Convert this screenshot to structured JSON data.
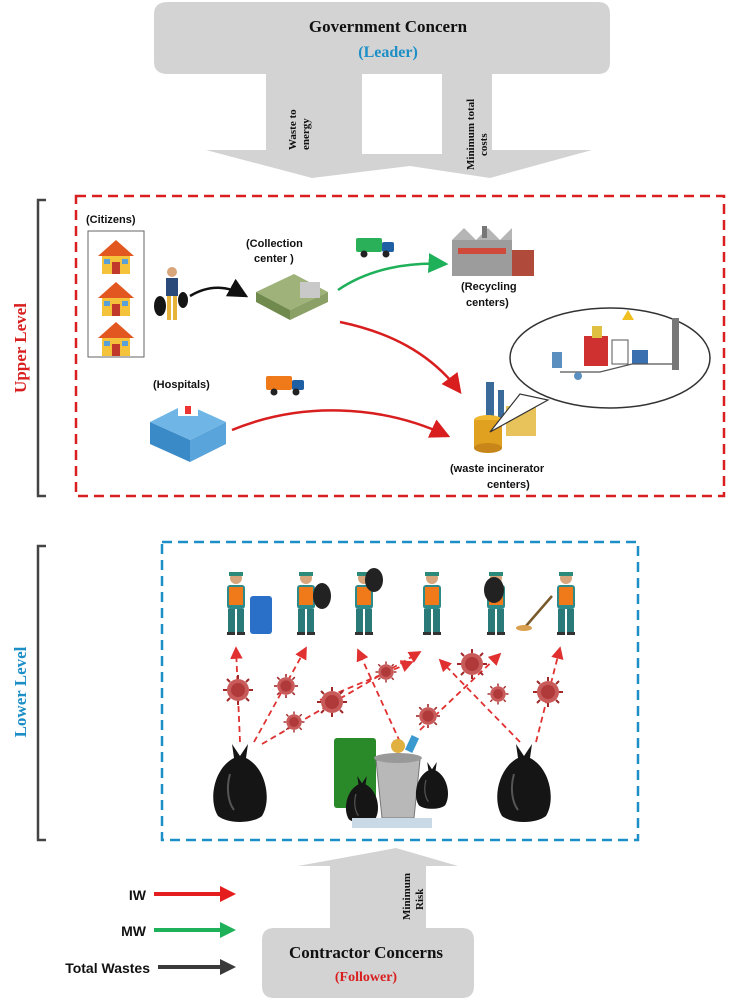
{
  "top_box": {
    "title": "Government Concern",
    "subtitle": "(Leader)",
    "arrow_left": [
      "Waste to",
      "energy"
    ],
    "arrow_right": [
      "Minimum total",
      "costs"
    ]
  },
  "bottom_box": {
    "title": "Contractor Concerns",
    "subtitle": "(Follower)",
    "arrow": [
      "Minimum",
      "Risk"
    ]
  },
  "levels": {
    "upper": "Upper Level",
    "lower": "Lower Level"
  },
  "upper_nodes": {
    "citizens": "(Citizens)",
    "collection": [
      "(Collection",
      "center )"
    ],
    "recycling": [
      "(Recycling",
      "centers)"
    ],
    "hospitals": "(Hospitals)",
    "incinerator": [
      "(waste incinerator",
      "centers)"
    ]
  },
  "legend": [
    {
      "label": "IW",
      "color": "#e41e1e"
    },
    {
      "label": "MW",
      "color": "#1fb05a"
    },
    {
      "label": "Total Wastes",
      "color": "#3a3a3a"
    }
  ],
  "colors": {
    "upper": "#d81e1e",
    "lower": "#1c8fc7",
    "box": "#d3d3d3",
    "leader": "#1c8fc7",
    "follower": "#d81e1e"
  }
}
